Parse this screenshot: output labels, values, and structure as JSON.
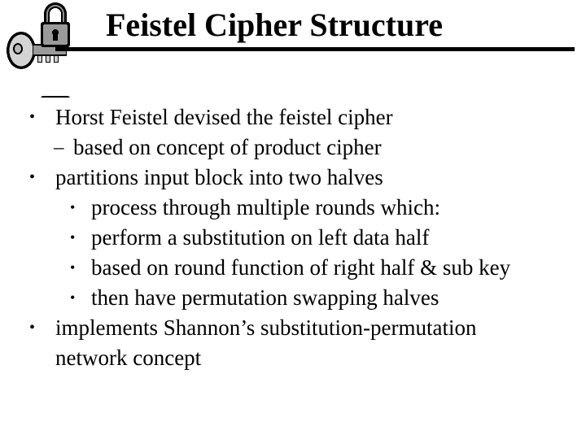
{
  "slide": {
    "title": "Feistel Cipher Structure",
    "decoration": {
      "key_icon": "key-icon",
      "padlock_top_icon": "padlock-icon",
      "padlock_bottom_icon": "padlock-inverted-icon"
    },
    "colors": {
      "background": "#ffffff",
      "text": "#000000",
      "rule": "#000000",
      "padlock_body": "#999999",
      "padlock_outline": "#000000",
      "key_head": "#cccccc",
      "key_shaft": "#999999"
    },
    "bullets": [
      {
        "level": 1,
        "marker": "•",
        "text": "Horst Feistel devised the feistel cipher"
      },
      {
        "level": 2,
        "marker": "–",
        "text": "based on concept of  product cipher"
      },
      {
        "level": 1,
        "marker": "•",
        "text": "partitions input block into two halves"
      },
      {
        "level": 3,
        "marker": "•",
        "text": "process through multiple rounds which:"
      },
      {
        "level": 3,
        "marker": "•",
        "text": "perform a substitution on left data half"
      },
      {
        "level": 3,
        "marker": "•",
        "text": "based on round function of right half & sub key"
      },
      {
        "level": 3,
        "marker": "•",
        "text": "then have permutation swapping halves"
      },
      {
        "level": 1,
        "marker": "•",
        "text": "implements Shannon’s substitution-permutation"
      },
      {
        "level": 0,
        "marker": "",
        "text": "network concept"
      }
    ]
  }
}
